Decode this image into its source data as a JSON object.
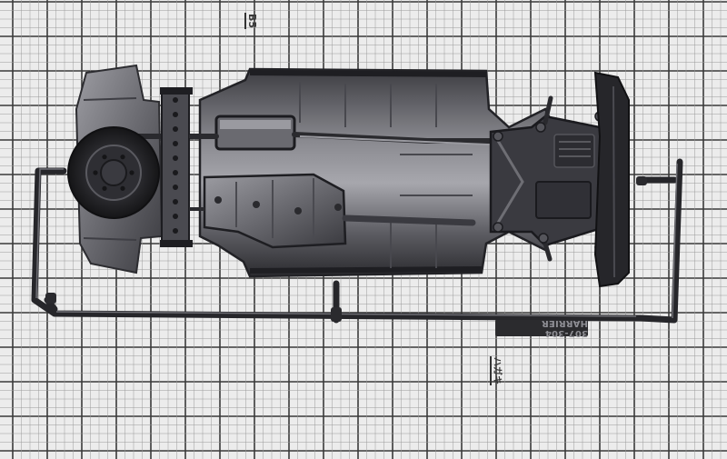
{
  "grid_labels": {
    "paper_size_b5": "B5",
    "postcard_hagaki": "ハガキ"
  },
  "sprue": {
    "part_number_tag": "307-304 HARRIER"
  },
  "colors": {
    "mat_background": "#ececec",
    "grid_line": "#2e2e2e",
    "plastic_dark": "#2a2a2e",
    "plastic_mid": "#5c5c62",
    "plastic_light": "#a8a8ae"
  }
}
